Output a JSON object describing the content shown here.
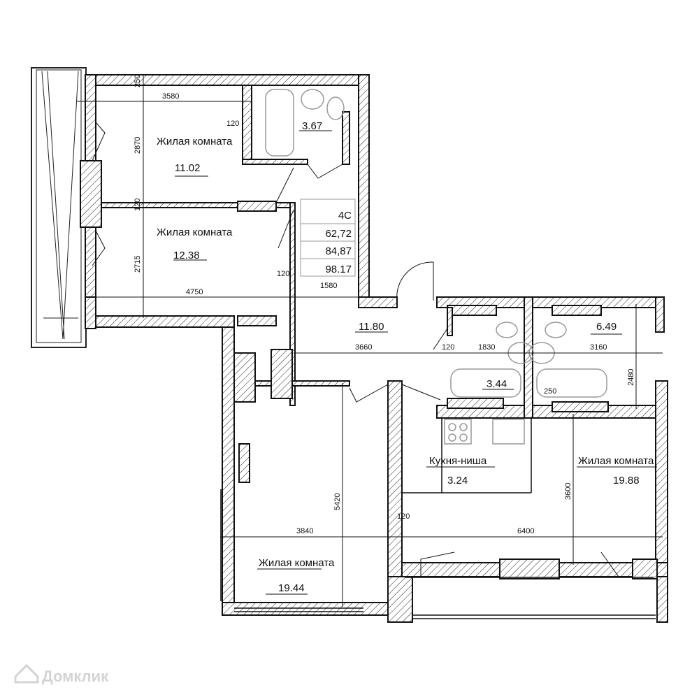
{
  "apartment": {
    "type": "4С",
    "living_area": "62,72",
    "total_area": "84,87",
    "total_area_with_balcony": "98.17"
  },
  "rooms": [
    {
      "name": "Жилая комната",
      "area": "11.02"
    },
    {
      "name": "Жилая комната",
      "area": "12.38"
    },
    {
      "name": "",
      "area": "3.67"
    },
    {
      "name": "",
      "area": "11.80"
    },
    {
      "name": "",
      "area": "3.44"
    },
    {
      "name": "",
      "area": "6.49"
    },
    {
      "name": "Кухня-ниша",
      "area": "3.24"
    },
    {
      "name": "Жилая комната",
      "area": "19.88"
    },
    {
      "name": "Жилая комната",
      "area": "19.44"
    }
  ],
  "dimensions": {
    "d3580": "3580",
    "d2870": "2870",
    "d120a": "120",
    "d120b": "120",
    "d250top": "250",
    "d2715": "2715",
    "d4750": "4750",
    "d120c": "120",
    "d1580": "1580",
    "d3660": "3660",
    "d120d": "120",
    "d1830": "1830",
    "d3160": "3160",
    "d250": "250",
    "d2480": "2480",
    "d5420": "5420",
    "d3600": "3600",
    "d120e": "120",
    "d3840": "3840",
    "d6400": "6400"
  },
  "watermark": "Домклик",
  "colors": {
    "wall": "#111111",
    "fixture": "#999999",
    "watermark": "#d4d4d4"
  }
}
